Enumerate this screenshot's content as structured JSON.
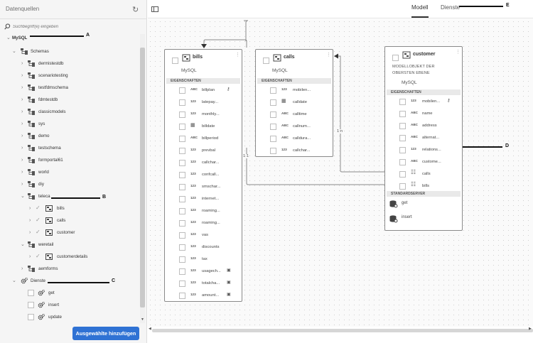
{
  "sidebar": {
    "title": "Datenquellen",
    "search_placeholder": "Suchbegriff(e) eingeben",
    "root_label": "MySQL",
    "schemas_label": "Schemas",
    "schemas": [
      "dermistestdb",
      "scenariotesting",
      "testfdmschema",
      "fdmtestdb",
      "classicmodels",
      "sys",
      "demo",
      "testschema",
      "formportal61",
      "world",
      "diy"
    ],
    "teleca": {
      "label": "teleca",
      "children": [
        "bills",
        "calls",
        "customer"
      ]
    },
    "weretail": {
      "label": "weretail",
      "children": [
        "customerdetails"
      ]
    },
    "aemforms": "aemforms",
    "services": {
      "label": "Dienste",
      "children": [
        "get",
        "insert",
        "update"
      ]
    },
    "add_button": "Ausgewählte hinzufügen"
  },
  "topbar": {
    "tab_model": "Modell",
    "tab_services": "Dienste"
  },
  "annotations": {
    "a": "A",
    "b": "B",
    "c": "C",
    "d": "D",
    "e": "E"
  },
  "cards": {
    "bills": {
      "title": "bills",
      "source": "MySQL",
      "section": "EIGENSCHAFTEN",
      "props": [
        {
          "type": "ABC",
          "name": "billplan",
          "icon": "key-icon"
        },
        {
          "type": "123",
          "name": "latepay..."
        },
        {
          "type": "123",
          "name": "monthly..."
        },
        {
          "type": "date",
          "name": "billdate"
        },
        {
          "type": "ABC",
          "name": "billperiod"
        },
        {
          "type": "123",
          "name": "prevbal"
        },
        {
          "type": "123",
          "name": "callchar..."
        },
        {
          "type": "123",
          "name": "confcall..."
        },
        {
          "type": "123",
          "name": "smschar..."
        },
        {
          "type": "123",
          "name": "internet..."
        },
        {
          "type": "123",
          "name": "roaming..."
        },
        {
          "type": "123",
          "name": "roaming..."
        },
        {
          "type": "123",
          "name": "vas"
        },
        {
          "type": "123",
          "name": "discounts"
        },
        {
          "type": "123",
          "name": "tax"
        },
        {
          "type": "123",
          "name": "usagech...",
          "icon": "calculator-icon"
        },
        {
          "type": "123",
          "name": "totalcha...",
          "icon": "calculator-icon"
        },
        {
          "type": "123",
          "name": "amount...",
          "icon": "calculator-icon"
        }
      ]
    },
    "calls": {
      "title": "calls",
      "source": "MySQL",
      "section": "EIGENSCHAFTEN",
      "props": [
        {
          "type": "123",
          "name": "mobilen..."
        },
        {
          "type": "date",
          "name": "calldate"
        },
        {
          "type": "ABC",
          "name": "calltime"
        },
        {
          "type": "ABC",
          "name": "callnum..."
        },
        {
          "type": "ABC",
          "name": "calldura..."
        },
        {
          "type": "123",
          "name": "callchar..."
        }
      ]
    },
    "customer": {
      "title": "customer",
      "desc1": "MODELLOBJEKT DER",
      "desc2": "OBERSTEN EBENE",
      "source": "MySQL",
      "section": "EIGENSCHAFTEN",
      "props": [
        {
          "type": "123",
          "name": "mobilen...",
          "icon": "key-icon"
        },
        {
          "type": "ABC",
          "name": "name"
        },
        {
          "type": "ABC",
          "name": "address"
        },
        {
          "type": "ABC",
          "name": "alternat..."
        },
        {
          "type": "123",
          "name": "relations..."
        },
        {
          "type": "ABC",
          "name": "custome..."
        },
        {
          "type": "obj",
          "name": "calls"
        },
        {
          "type": "obj",
          "name": "bills"
        }
      ],
      "section2": "STANDARDSERVER",
      "ops": [
        "get",
        "insert"
      ]
    }
  },
  "relations": {
    "bills_customer": "1:1",
    "calls_customer": "1:n"
  }
}
